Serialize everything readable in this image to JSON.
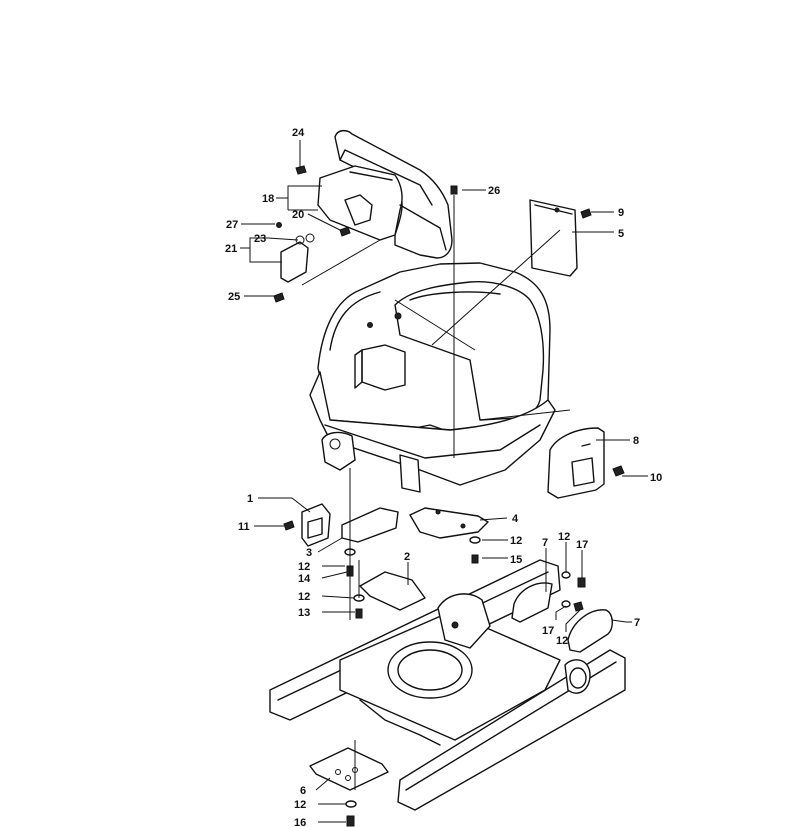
{
  "callouts": {
    "c1": "1",
    "c2": "2",
    "c3": "3",
    "c4": "4",
    "c5": "5",
    "c6": "6",
    "c7a": "7",
    "c7b": "7",
    "c8": "8",
    "c9": "9",
    "c10": "10",
    "c11": "11",
    "c12a": "12",
    "c12b": "12",
    "c12c": "12",
    "c12d": "12",
    "c12e": "12",
    "c12f": "12",
    "c13": "13",
    "c14": "14",
    "c15": "15",
    "c16": "16",
    "c17a": "17",
    "c17b": "17",
    "c18": "18",
    "c20": "20",
    "c21": "21",
    "c23": "23",
    "c24": "24",
    "c25": "25",
    "c26": "26",
    "c27": "27"
  }
}
